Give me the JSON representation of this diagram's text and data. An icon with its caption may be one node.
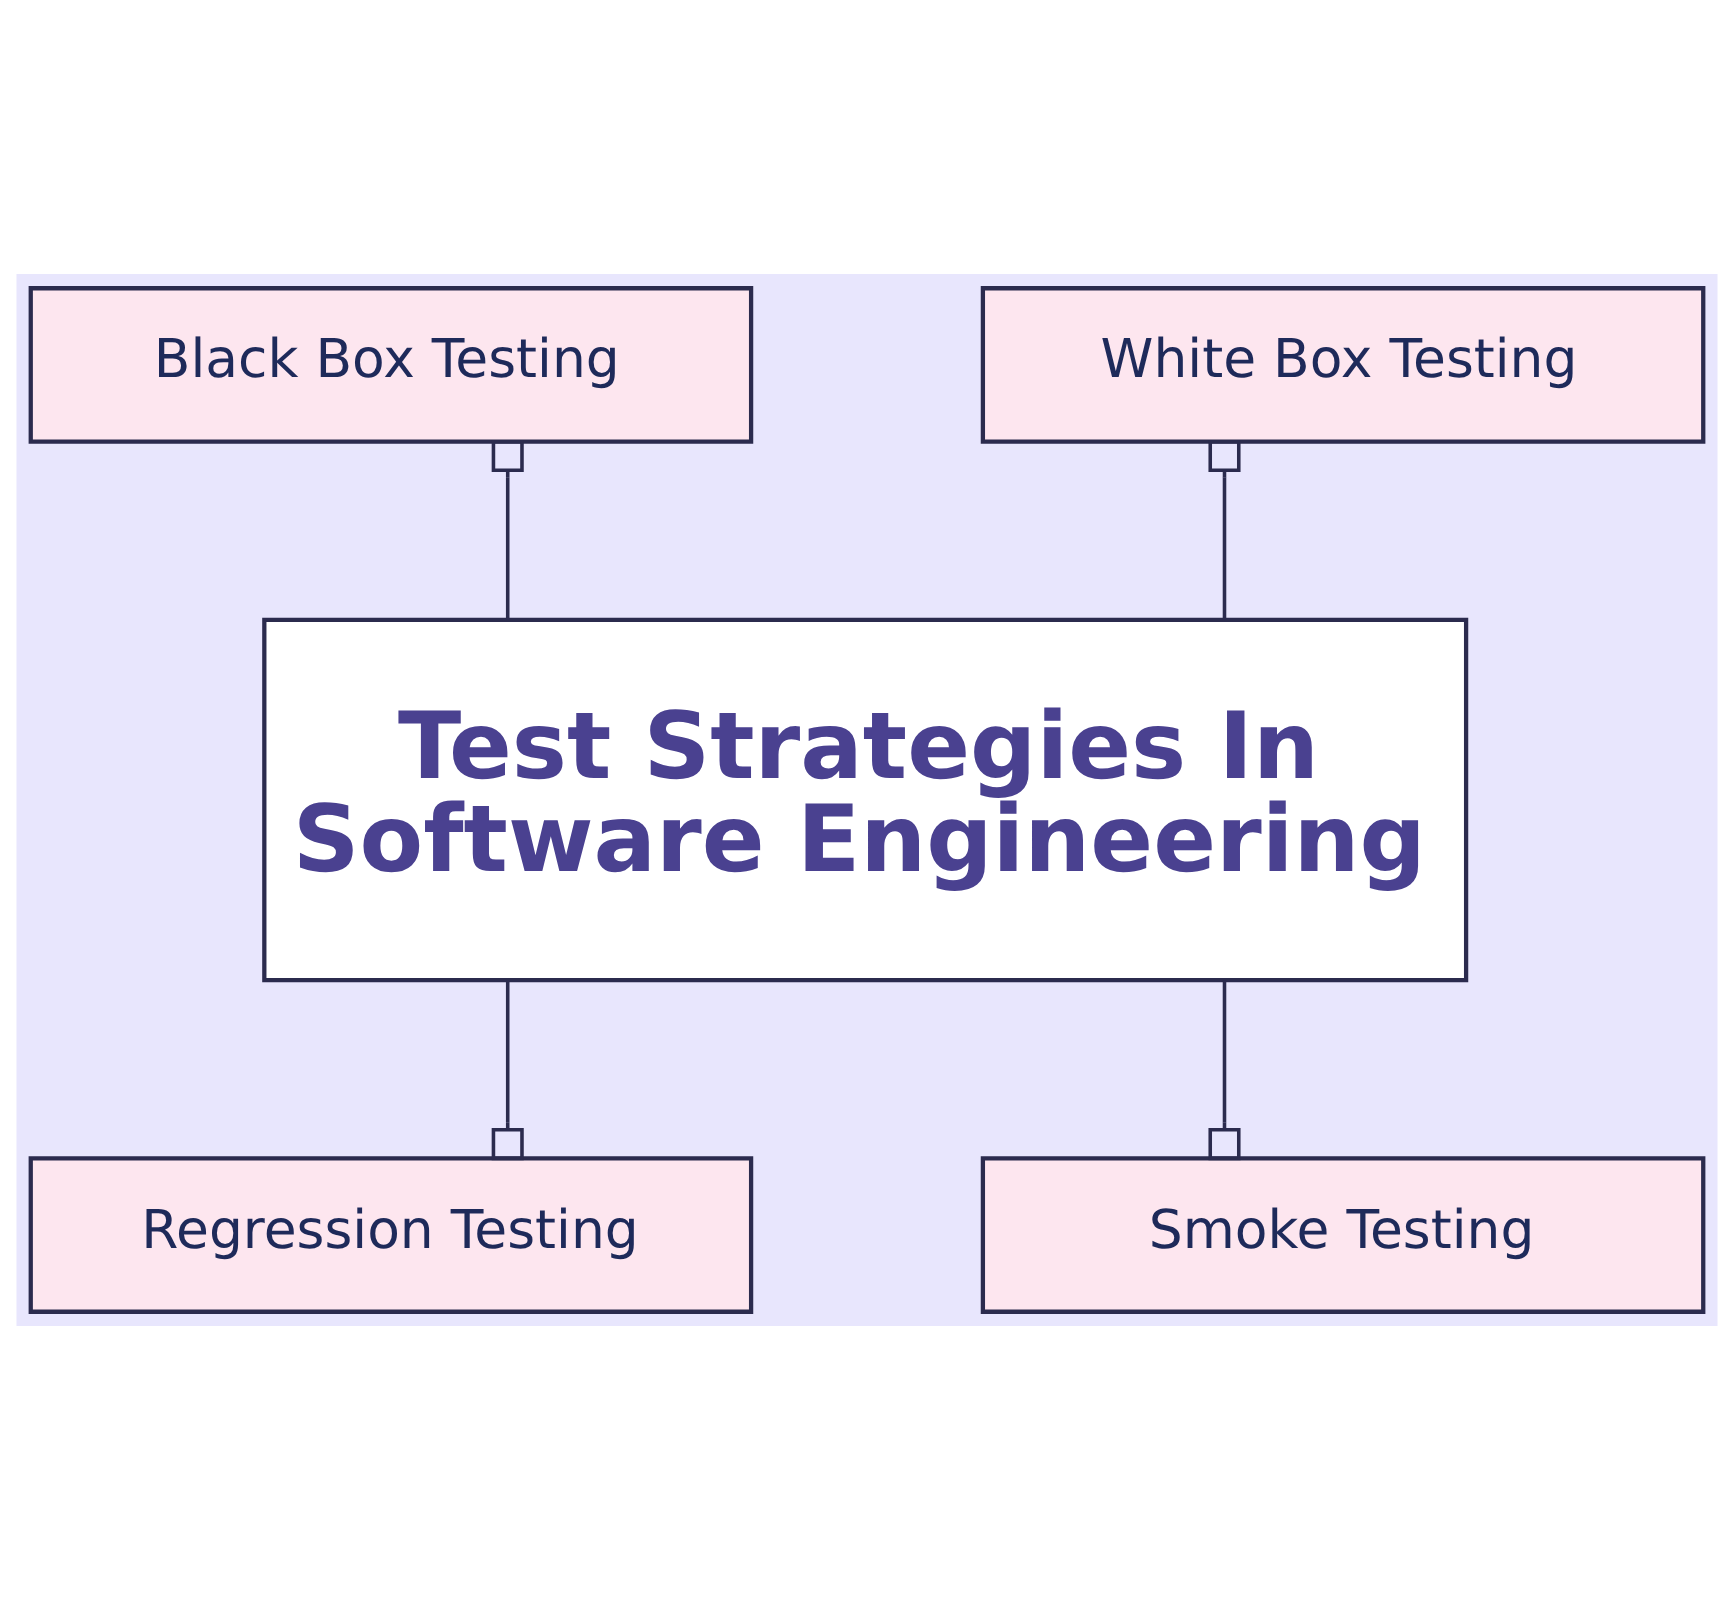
{
  "diagram": {
    "nodes": [
      {
        "text": [
          "Black Box Testing"
        ]
      },
      {
        "text": [
          "White Box Testing"
        ]
      },
      {
        "text": [
          "Test Strategies In Software Engineering"
        ]
      },
      {
        "text": [
          "Regression Testing"
        ]
      },
      {
        "text": [
          "Smoke Testing"
        ]
      }
    ],
    "edges": [
      {
        "from": 2,
        "to": 0,
        "arrow": "other"
      },
      {
        "from": 2,
        "to": 1,
        "arrow": "other"
      },
      {
        "from": 2,
        "to": 3,
        "arrow": "other"
      },
      {
        "from": 2,
        "to": 4,
        "arrow": "other"
      }
    ]
  }
}
